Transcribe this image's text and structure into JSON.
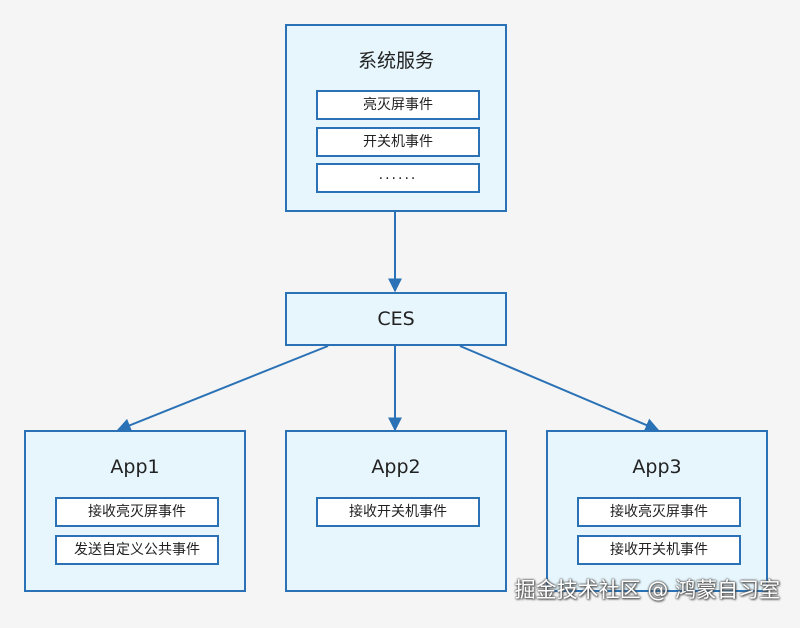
{
  "system_service": {
    "title": "系统服务",
    "items": [
      "亮灭屏事件",
      "开关机事件",
      "......"
    ]
  },
  "ces": {
    "title": "CES"
  },
  "apps": [
    {
      "title": "App1",
      "items": [
        "接收亮灭屏事件",
        "发送自定义公共事件"
      ]
    },
    {
      "title": "App2",
      "items": [
        "接收开关机事件"
      ]
    },
    {
      "title": "App3",
      "items": [
        "接收亮灭屏事件",
        "接收开关机事件"
      ]
    }
  ],
  "watermark": "掘金技术社区 @ 鸿蒙自习室",
  "colors": {
    "box_fill": "#e6f6fc",
    "border": "#2a72b5",
    "arrow": "#2a72b5",
    "background": "#f5f5f5"
  }
}
